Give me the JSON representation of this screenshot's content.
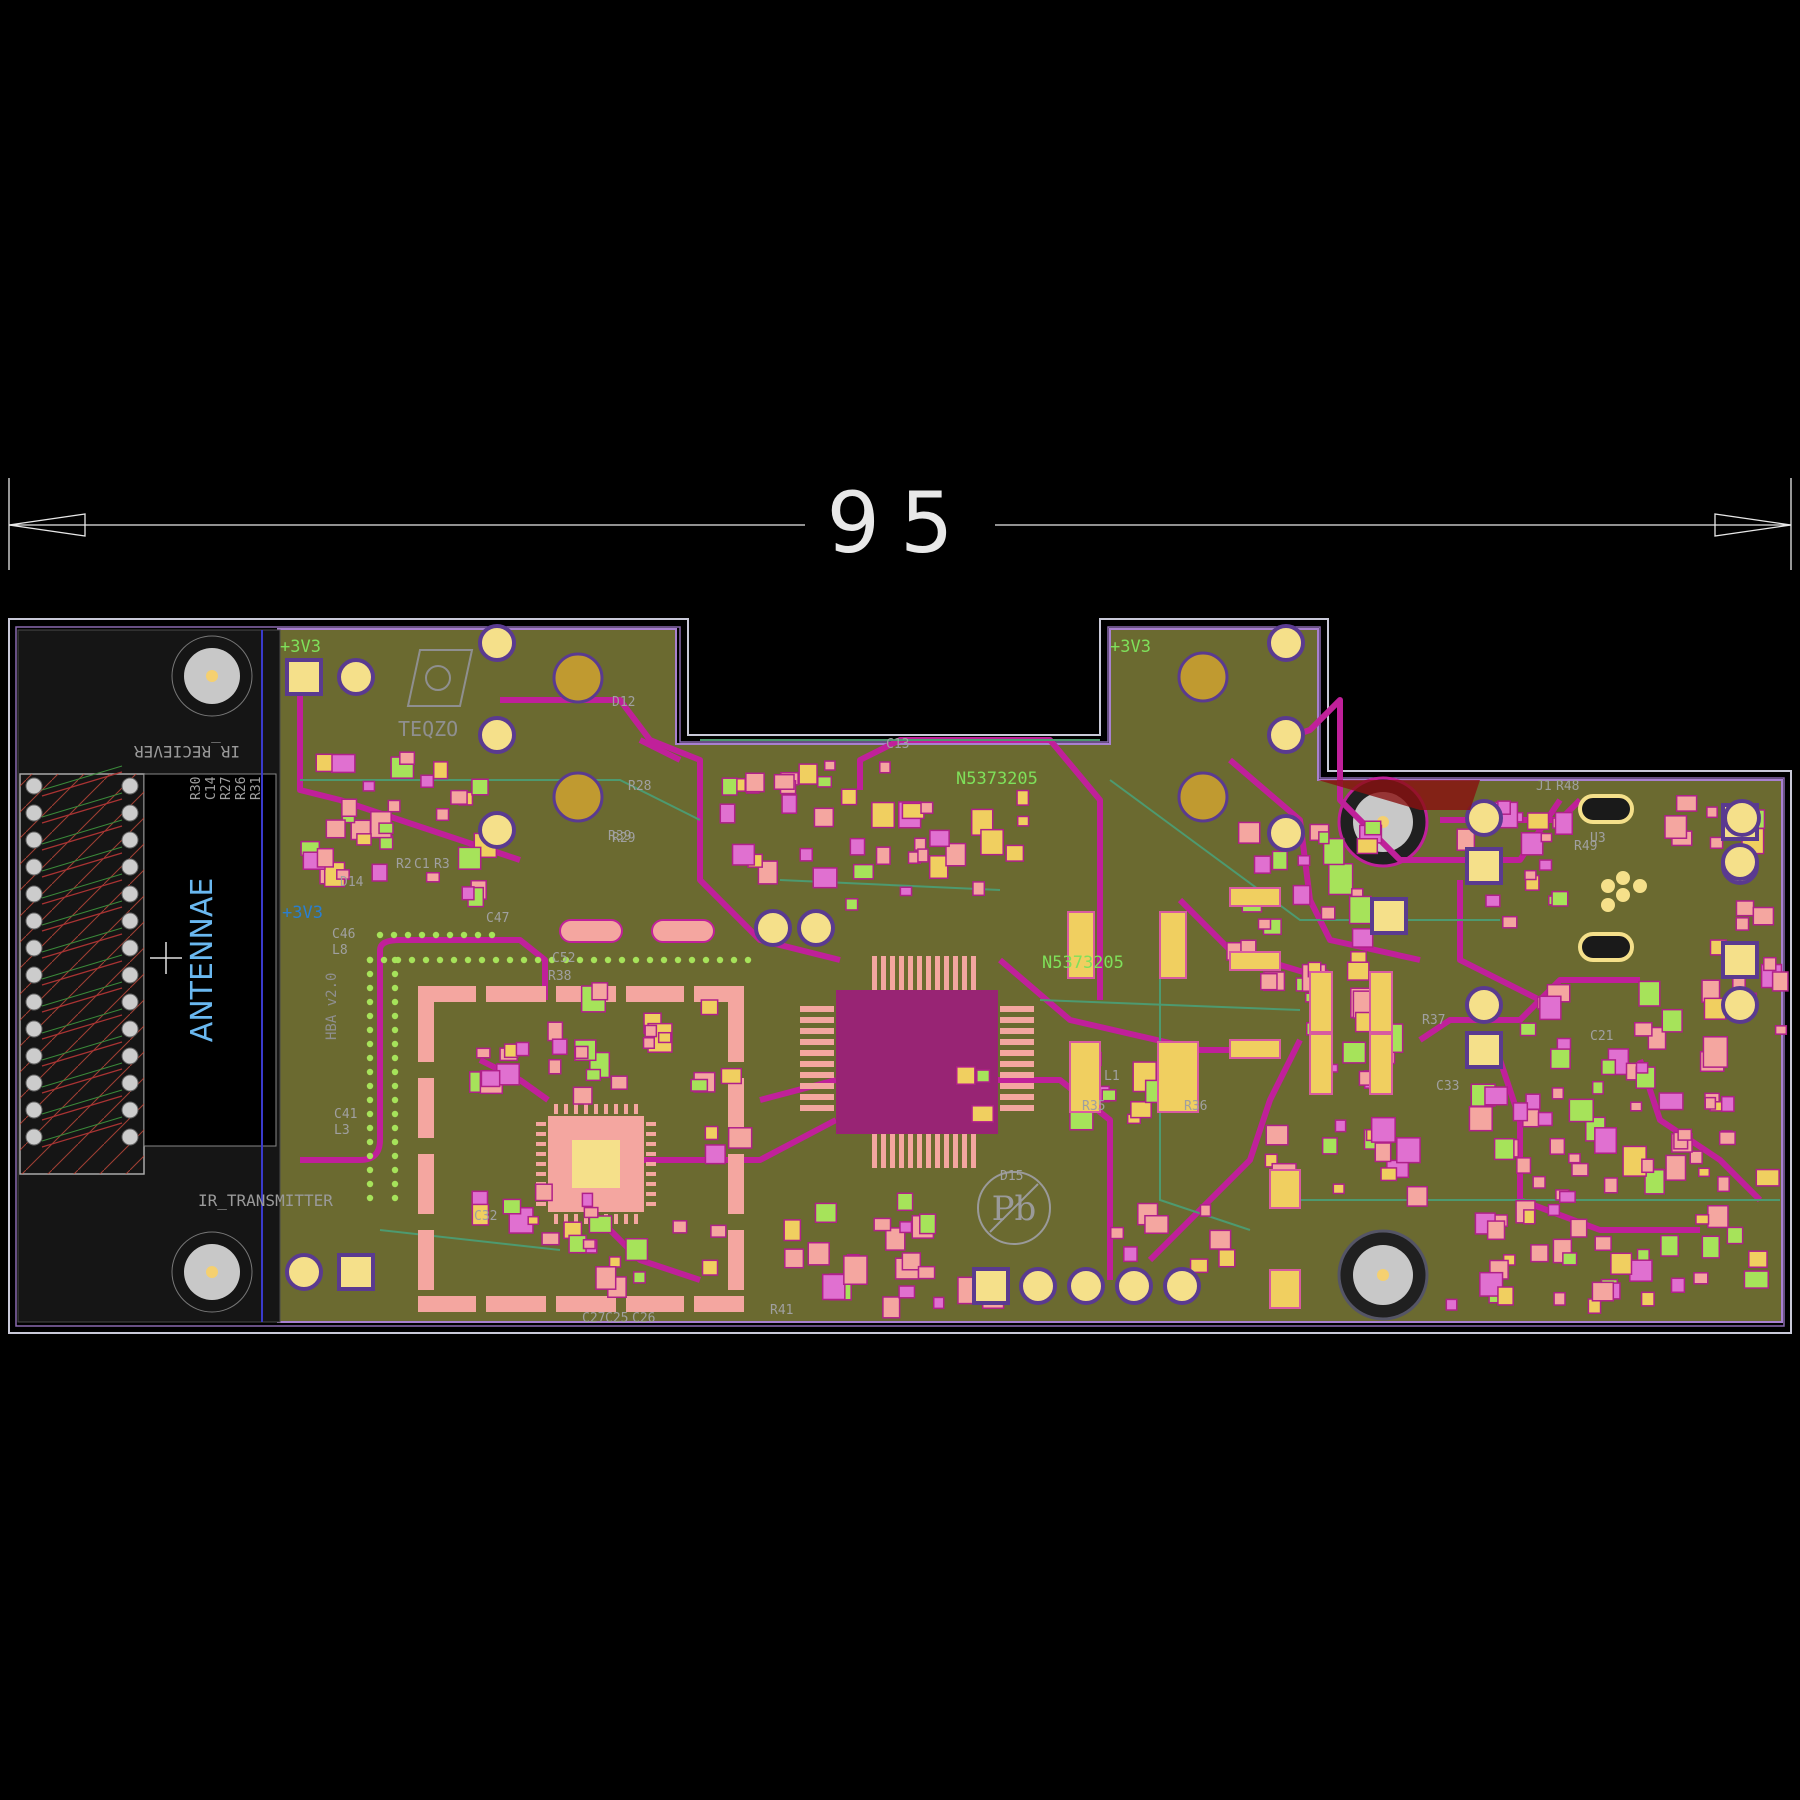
{
  "dimension": {
    "value": "95"
  },
  "layout_labels": {
    "antenna": "ANTENNAE",
    "ir_receiver": "IR_RECIEVER",
    "ir_transmitter": "IR_TRANSMITTER",
    "rail_top_left": "+3V3",
    "rail_top_right": "+3V3",
    "rail_left_mid": "+3V3",
    "part_number_top": "N5373205",
    "part_number_mid": "N5373205",
    "board_rev": "HBA v2.0",
    "logo_text": "TEQZO",
    "refdes": [
      "D12",
      "R28",
      "R29",
      "R30",
      "C14",
      "R27",
      "R26",
      "R31",
      "D14",
      "R2",
      "C1",
      "R3",
      "C47",
      "C46",
      "L8",
      "C52",
      "R38",
      "C41",
      "L3",
      "C32",
      "C27",
      "C25",
      "C26",
      "R41",
      "L1",
      "R36",
      "R35",
      "C13",
      "R39",
      "R37",
      "U3",
      "D15",
      "J1",
      "R48",
      "R49",
      "C33",
      "C21"
    ]
  },
  "colors": {
    "background": "#000000",
    "board_fill": "#6b6a30",
    "copper_top": "#c0209a",
    "pad": "#f4a6a0",
    "pad_green": "#a6e35a",
    "via": "#f5e08a",
    "outline": "#c9c9d8",
    "silkscreen_green": "#7fe05a",
    "silkscreen_cyan": "#6ab8f0"
  },
  "icons": [
    "lead-free-pb-symbol",
    "logo-mark-icon",
    "mounting-hole-icon",
    "dimension-arrow-icon"
  ]
}
